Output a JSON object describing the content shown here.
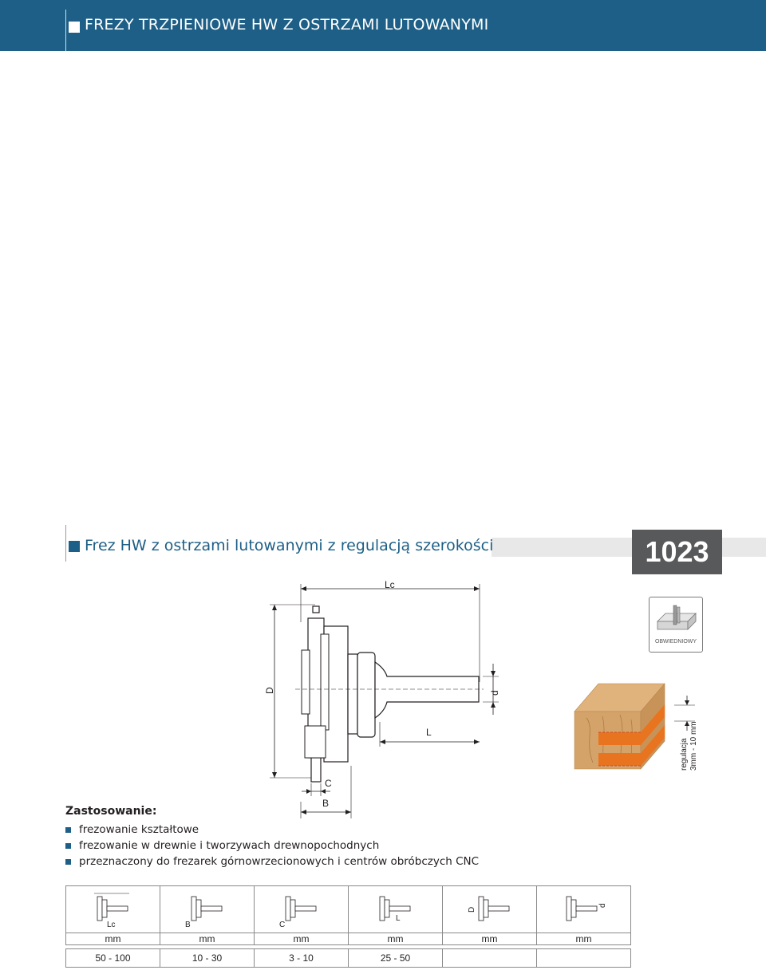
{
  "header": {
    "title": "FREZY TRZPIENIOWE HW Z OSTRZAMI  LUTOWANYMI"
  },
  "product": {
    "title": "Frez HW z ostrzami lutowanymi z regulacją szerokości",
    "code": "1023",
    "profile_label": "OBWIEDNIOWY"
  },
  "drawing": {
    "labels": {
      "Lc": "Lc",
      "D": "D",
      "d": "d",
      "L": "L",
      "C": "C",
      "B": "B"
    },
    "adjust": {
      "line1": "regulacja",
      "line2": "3mm - 10 mm"
    }
  },
  "application": {
    "heading": "Zastosowanie:",
    "items": [
      "frezowanie kształtowe",
      "frezowanie w drewnie i tworzywach drewnopochodnych",
      "przeznaczony do frezarek górnowrzecionowych i centrów obróbczych CNC"
    ]
  },
  "table": {
    "columns": [
      {
        "param": "Lc",
        "unit": "mm",
        "value": "50 - 100"
      },
      {
        "param": "B",
        "unit": "mm",
        "value": "10 - 30"
      },
      {
        "param": "C",
        "unit": "mm",
        "value": "3 - 10"
      },
      {
        "param": "L",
        "unit": "mm",
        "value": "25 - 50"
      },
      {
        "param": "D",
        "unit": "mm",
        "value": ""
      },
      {
        "param": "d",
        "unit": "mm",
        "value": ""
      }
    ]
  },
  "colors": {
    "brand": "#1d5f86",
    "code_bg": "#58595b",
    "orange": "#e8741f",
    "wood": "#d4a36a"
  }
}
